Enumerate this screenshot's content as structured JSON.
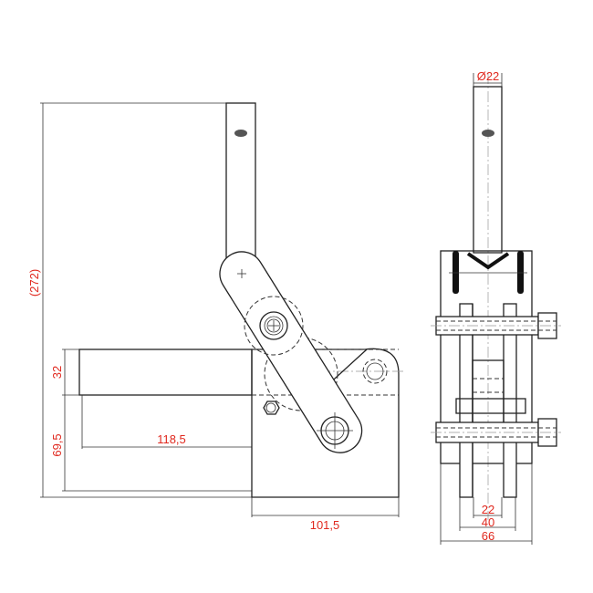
{
  "drawing": {
    "title": "Vertical toggle clamp technical drawing",
    "dimensions": {
      "shaft_diameter": "Ø22",
      "overall_height": "(272)",
      "plunger_height": "32",
      "base_height": "69,5",
      "plunger_length": "118,5",
      "body_length": "101,5",
      "inner_width": "22",
      "mid_width": "40",
      "outer_width": "66"
    },
    "colors": {
      "dimension_text": "#e0281e",
      "lines": "#222222"
    }
  }
}
